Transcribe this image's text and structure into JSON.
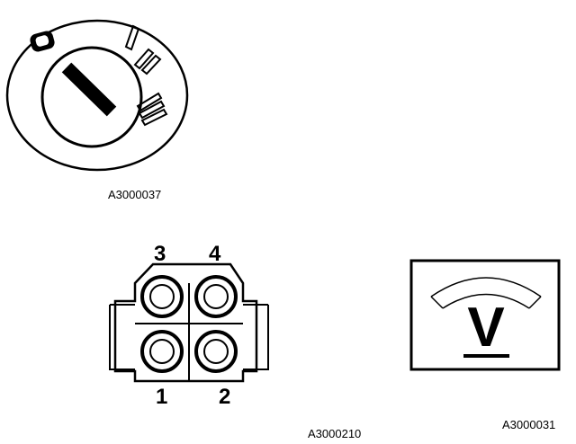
{
  "figures": [
    {
      "id": "ignition-switch",
      "reference": "A3000037"
    },
    {
      "id": "connector",
      "reference": "A3000210",
      "pins": [
        "1",
        "2",
        "3",
        "4"
      ]
    },
    {
      "id": "voltmeter",
      "reference": "A3000031",
      "symbol": "V"
    }
  ],
  "colors": {
    "ink": "#000000",
    "paper": "#ffffff"
  },
  "icons": [
    "ignition-switch-icon",
    "four-pin-connector-icon",
    "voltmeter-icon"
  ]
}
